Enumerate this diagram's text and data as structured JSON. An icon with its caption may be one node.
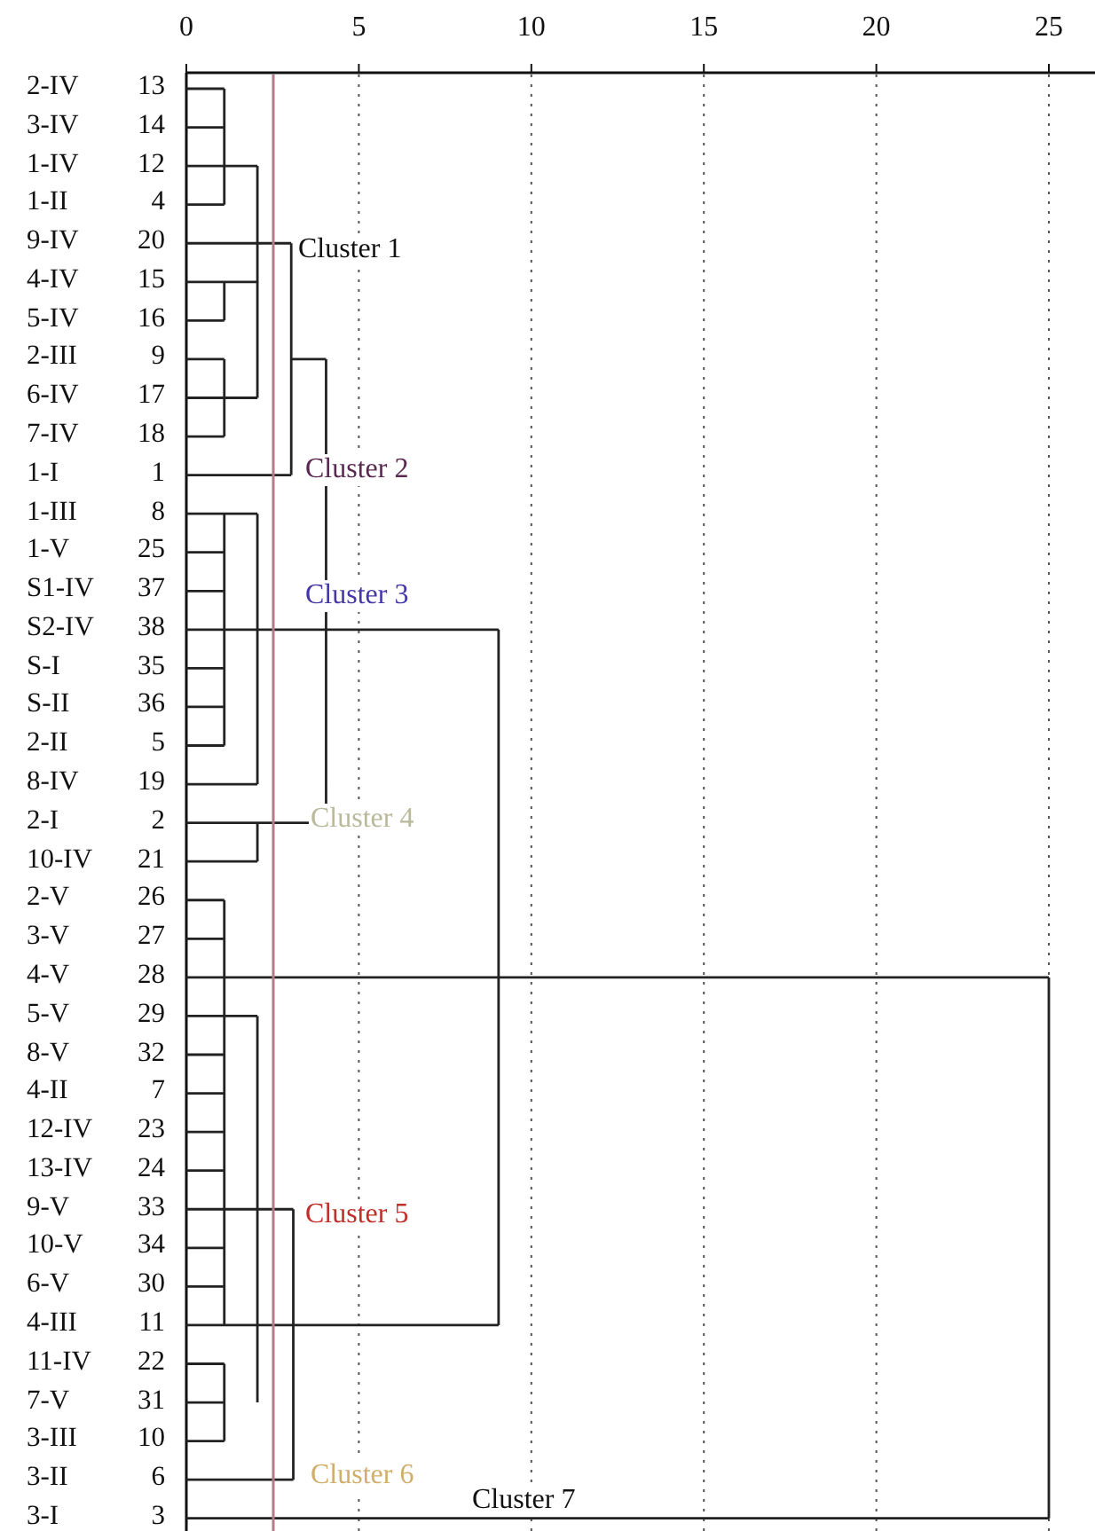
{
  "diagram": {
    "labels": [
      "0",
      "5",
      "10",
      "15",
      "20",
      "25",
      "2-IV",
      "13",
      "3-IV",
      "14",
      "1-IV",
      "12",
      "1-II",
      "4",
      "9-IV",
      "20",
      "4-IV",
      "15",
      "5-IV",
      "16",
      "2-III",
      "9",
      "6-IV",
      "17",
      "7-IV",
      "18",
      "1-I",
      "1",
      "1-III",
      "8",
      "1-V",
      "25",
      "S1-IV",
      "37",
      "S2-IV",
      "38",
      "S-I",
      "35",
      "S-II",
      "36",
      "2-II",
      "5",
      "8-IV",
      "19",
      "2-I",
      "2",
      "10-IV",
      "21",
      "2-V",
      "26",
      "3-V",
      "27",
      "4-V",
      "28",
      "5-V",
      "29",
      "8-V",
      "32",
      "4-II",
      "7",
      "12-IV",
      "23",
      "13-IV",
      "24",
      "9-V",
      "33",
      "10-V",
      "34",
      "6-V",
      "30",
      "4-III",
      "11",
      "11-IV",
      "22",
      "7-V",
      "31",
      "3-III",
      "10",
      "3-II",
      "6",
      "3-I",
      "3",
      "Cluster 1",
      "Cluster 2",
      "Cluster 3",
      "Cluster 4",
      "Cluster 5",
      "Cluster 6",
      "Cluster 7"
    ]
  }
}
